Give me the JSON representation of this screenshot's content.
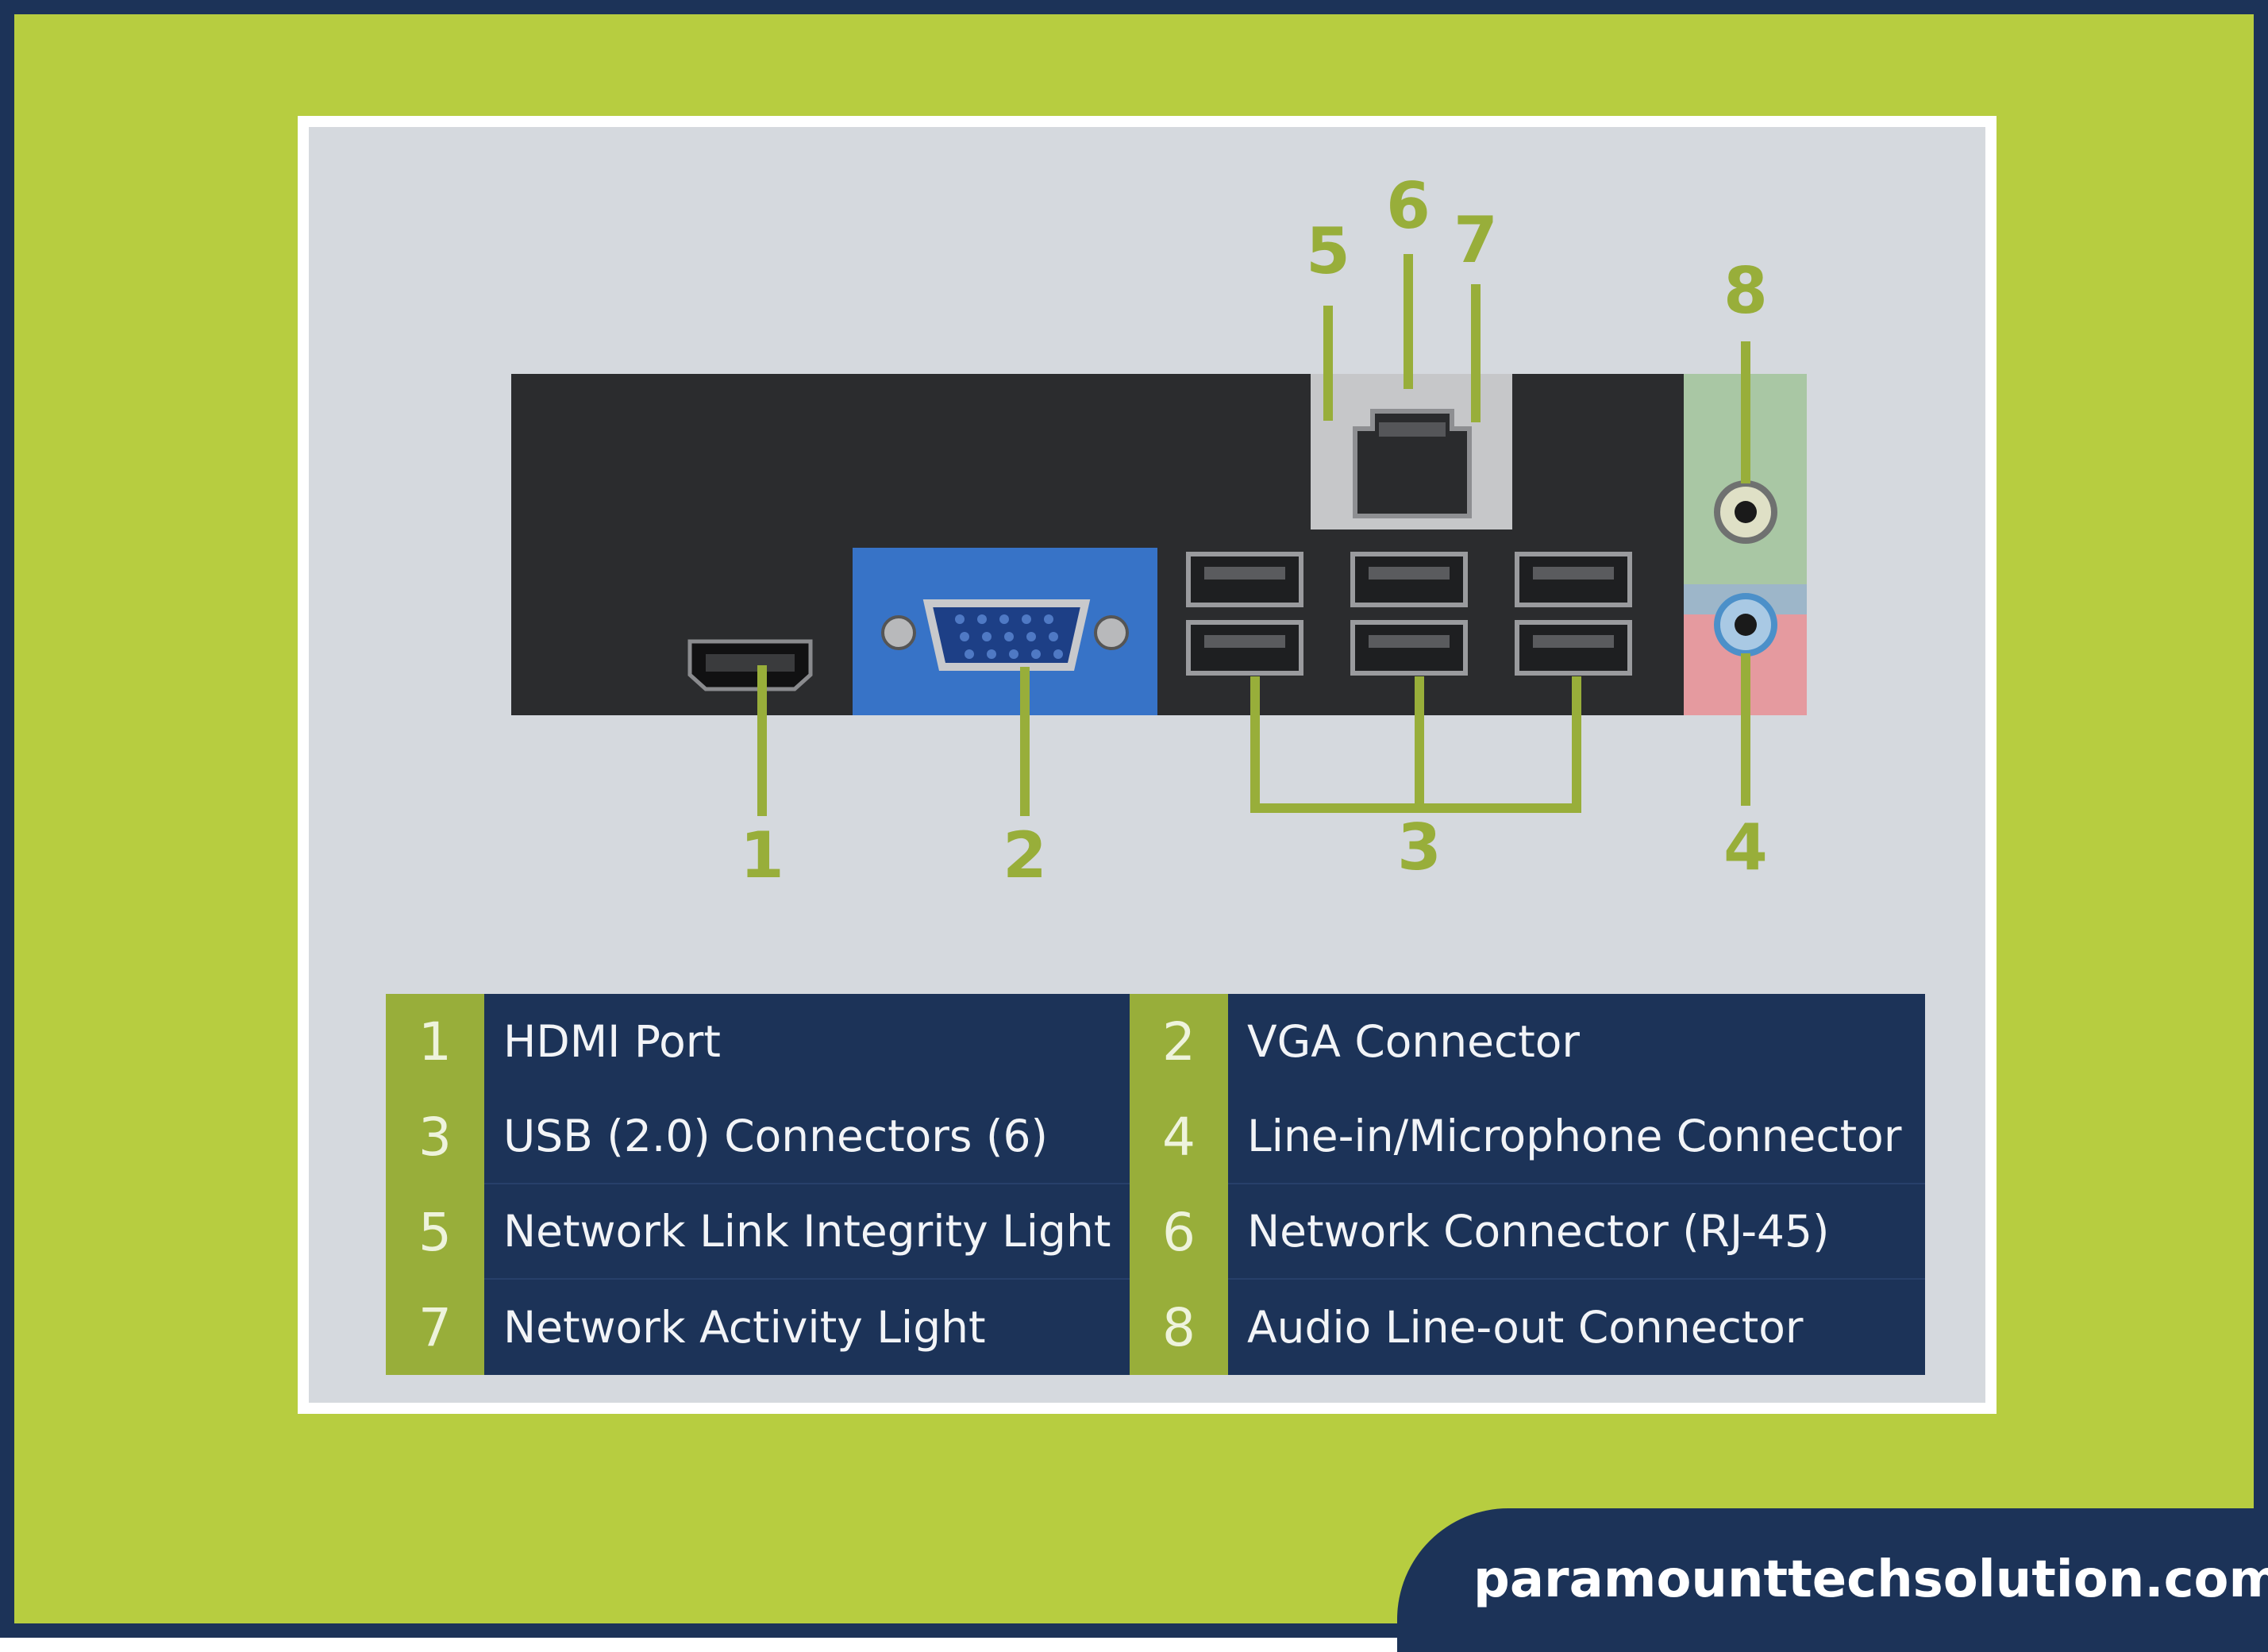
{
  "callouts": [
    {
      "num": "1"
    },
    {
      "num": "2"
    },
    {
      "num": "3"
    },
    {
      "num": "4"
    },
    {
      "num": "5"
    },
    {
      "num": "6"
    },
    {
      "num": "7"
    },
    {
      "num": "8"
    }
  ],
  "legend": [
    {
      "num": "1",
      "label": "HDMI Port"
    },
    {
      "num": "2",
      "label": "VGA Connector"
    },
    {
      "num": "3",
      "label": "USB (2.0) Connectors (6)"
    },
    {
      "num": "4",
      "label": "Line-in/Microphone Connector"
    },
    {
      "num": "5",
      "label": "Network Link Integrity Light"
    },
    {
      "num": "6",
      "label": "Network Connector (RJ-45)"
    },
    {
      "num": "7",
      "label": "Network Activity Light"
    },
    {
      "num": "8",
      "label": "Audio Line-out Connector"
    }
  ],
  "footer": {
    "url": "paramounttechsolution.com"
  },
  "colors": {
    "navy": "#1c3358",
    "lime": "#b7cd40",
    "olive": "#98ae3a",
    "panel": "#d5d9de"
  }
}
